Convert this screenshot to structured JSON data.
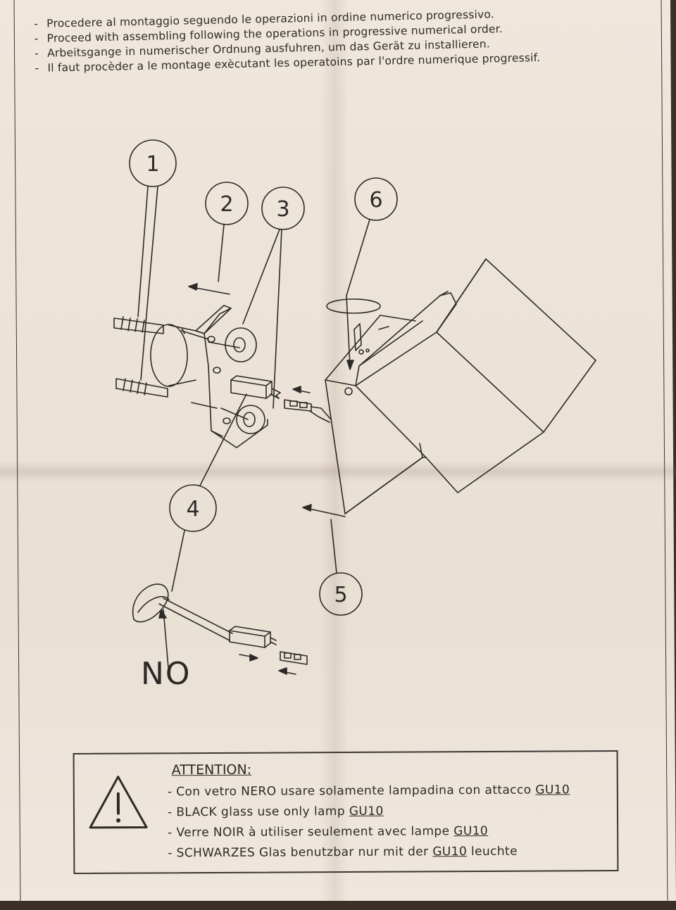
{
  "instructions": [
    {
      "dash": "-",
      "text": "Procedere al montaggio seguendo le operazioni in ordine numerico progressivo."
    },
    {
      "dash": "-",
      "text": "Proceed with assembling following the operations in progressive numerical order."
    },
    {
      "dash": "-",
      "text": "Arbeitsgange in numerischer Ordnung  ausfuhren, um das Gerät zu  installieren."
    },
    {
      "dash": "-",
      "text": "Il faut procèder a le montage exècutant les operatoins par l'ordre numerique progressif."
    }
  ],
  "callouts": [
    "1",
    "2",
    "3",
    "4",
    "5",
    "6"
  ],
  "no_label": "NO",
  "attention": {
    "title": "ATTENTION:",
    "lines": [
      {
        "prefix": "-  Con vetro NERO usare solamente lampadina con attacco ",
        "lamp": "GU10",
        "suffix": ""
      },
      {
        "prefix": "-  BLACK glass use only  lamp ",
        "lamp": "GU10",
        "suffix": ""
      },
      {
        "prefix": "-  Verre NOIR à utiliser seulement avec lampe ",
        "lamp": "GU10",
        "suffix": ""
      },
      {
        "prefix": "-  SCHWARZES Glas benutzbar nur mit der ",
        "lamp": "GU10",
        "suffix": "  leuchte"
      }
    ]
  },
  "colors": {
    "paper": "#ece3d8",
    "ink": "#2c2a27",
    "background": "#3b2f26"
  }
}
